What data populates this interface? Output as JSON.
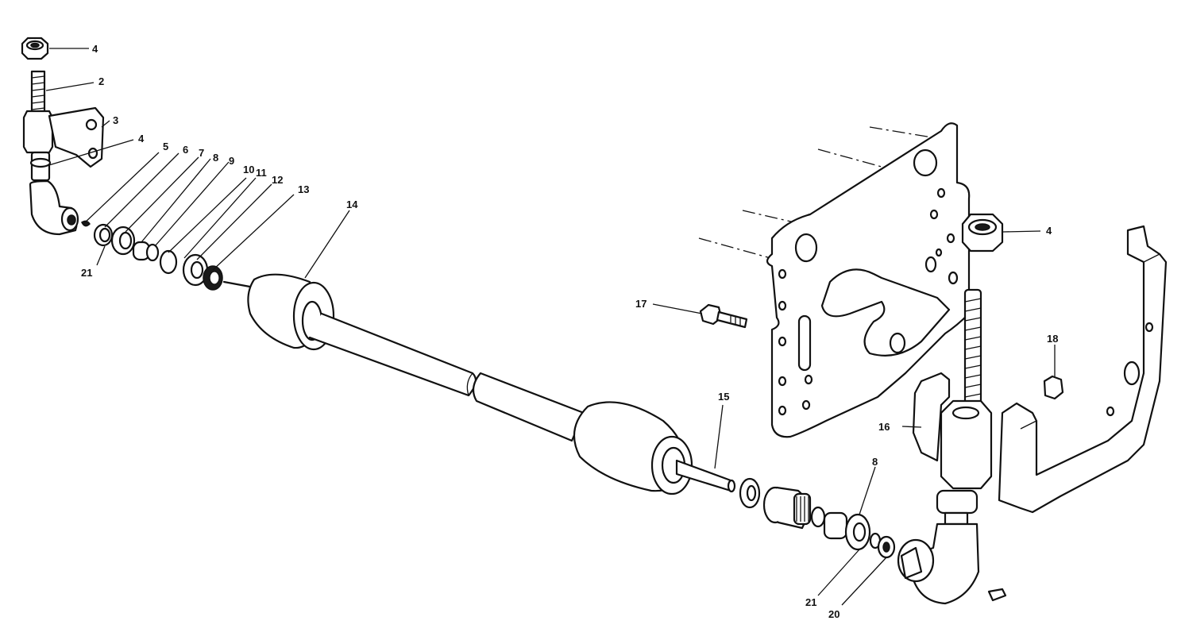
{
  "labels": {
    "p4a": "4",
    "p2": "2",
    "p3": "3",
    "p4b": "4",
    "p5": "5",
    "p6": "6",
    "p7": "7",
    "p8a": "8",
    "p9": "9",
    "p10": "10",
    "p11": "11",
    "p12": "12",
    "p13": "13",
    "p21a": "21",
    "p14": "14",
    "p4c": "4",
    "p17": "17",
    "p18": "18",
    "p16": "16",
    "p15": "15",
    "p8b": "8",
    "p21b": "21",
    "p20": "20"
  }
}
